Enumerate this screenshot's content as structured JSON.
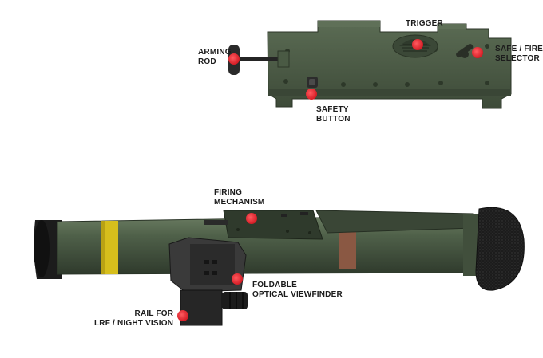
{
  "labels": {
    "arming_rod": [
      "ARMING",
      "ROD"
    ],
    "trigger": [
      "TRIGGER"
    ],
    "safe_fire_selector": [
      "SAFE / FIRE",
      "SELECTOR"
    ],
    "safety_button": [
      "SAFETY",
      "BUTTON"
    ],
    "firing_mechanism": [
      "FIRING",
      "MECHANISM"
    ],
    "foldable_optical_viewfinder": [
      "FOLDABLE",
      "OPTICAL VIEWFINDER"
    ],
    "rail_for_lrf_night_vision": [
      "RAIL FOR",
      "LRF / NIGHT VISION"
    ]
  },
  "colors": {
    "body_green": "#4a5a44",
    "body_green_dark": "#3a4736",
    "body_green_light": "#5d6e56",
    "marker_red": "#e3262f",
    "band_yellow": "#d9c21a",
    "band_copper": "#8b5a44",
    "rubber_black": "#1a1a1a"
  },
  "icons": {
    "marker": "red-dot-marker"
  }
}
